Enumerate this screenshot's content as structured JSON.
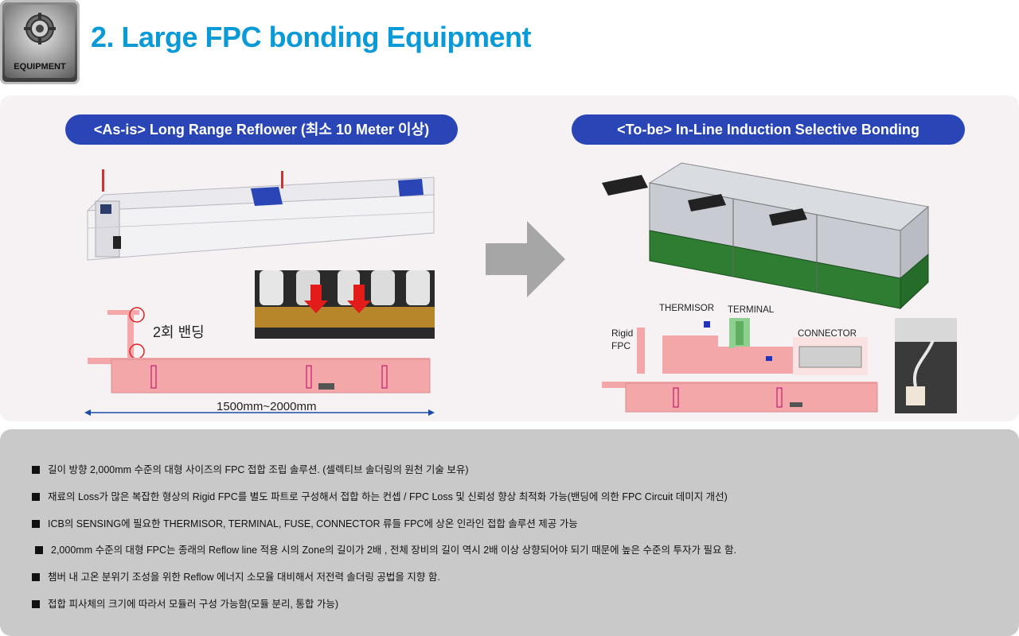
{
  "logo": {
    "label": "EQUIPMENT",
    "icon": "gear-emblem-icon"
  },
  "title": "2. Large FPC bonding Equipment",
  "as_is": {
    "pill": "<As-is> Long Range Reflower (최소 10 Meter 이상)",
    "bending_label": "2회 밴딩",
    "dimension_label": "1500mm~2000mm"
  },
  "to_be": {
    "pill": "<To-be> In-Line Induction Selective Bonding",
    "rigid_fpc_line1": "Rigid",
    "rigid_fpc_line2": "FPC",
    "thermisor": "THERMISOR",
    "terminal": "TERMINAL",
    "connector": "CONNECTOR"
  },
  "bullets": [
    "길이 방향 2,000mm 수준의 대형 사이즈의 FPC 접합 조립 솔루션. (셀렉티브 솔더링의 원천 기술 보유)",
    "재료의 Loss가 많은 복잡한 형상의 Rigid FPC를 별도 파트로 구성해서 접합 하는 컨셉 / FPC Loss 및 신뢰성 향상 최적화 가능(밴딩에 의한 FPC Circuit 데미지 개선)",
    "ICB의 SENSING에 필요한 THERMISOR, TERMINAL, FUSE, CONNECTOR 류들 FPC에 상온 인라인 접합 솔루션 제공 가능",
    "2,000mm 수준의 대형 FPC는 종래의 Reflow line 적용 시의 Zone의 길이가 2배 , 전체 장비의 길이 역시 2배 이상 상향되어야 되기 때문에 높은 수준의 투자가 필요 함.",
    "챔버 내 고온 분위기 조성을 위한 Reflow 에너지 소모율 대비해서 저전력 솔더링 공법을 지향 함.",
    "접합 피사체의 크기에 따라서 모듈러 구성 가능함(모듈 분리, 통합 가능)"
  ],
  "colors": {
    "title": "#0a9ad8",
    "pill": "#2a45b6",
    "fpc_pink": "#f4a7a9",
    "machine_green": "#2e7d32"
  }
}
